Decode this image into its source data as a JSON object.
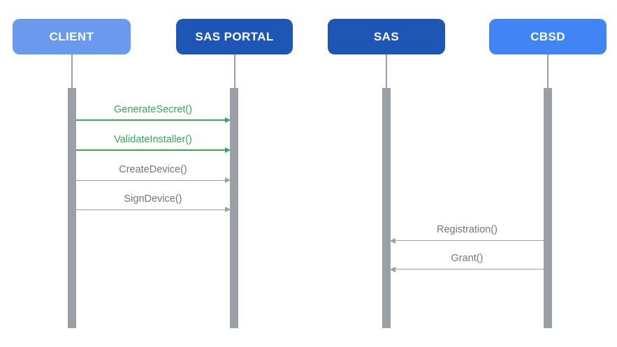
{
  "diagram": {
    "type": "sequence-diagram",
    "background": "#ffffff"
  },
  "colors": {
    "actor_light_blue": "#699aed",
    "actor_dark_blue": "#1d56b4",
    "actor_medium_blue": "#4184f4",
    "actor_text": "#ffffff",
    "lifeline_gray": "#9aa0a6",
    "message_green": "#34a853",
    "message_gray_text": "#70757a",
    "message_gray_line": "#9aa0a6"
  },
  "actors": [
    {
      "id": "client",
      "label": "CLIENT",
      "color": "#699aed",
      "text_color": "#ffffff"
    },
    {
      "id": "sas-portal",
      "label": "SAS PORTAL",
      "color": "#1d56b4",
      "text_color": "#ffffff"
    },
    {
      "id": "sas",
      "label": "SAS",
      "color": "#1d56b4",
      "text_color": "#ffffff"
    },
    {
      "id": "cbsd",
      "label": "CBSD",
      "color": "#4184f4",
      "text_color": "#ffffff"
    }
  ],
  "messages": [
    {
      "label": "GenerateSecret()",
      "from": "CLIENT",
      "to": "SAS PORTAL",
      "direction": "right",
      "text_color": "#34a853",
      "line_color": "#34a853"
    },
    {
      "label": "ValidateInstaller()",
      "from": "CLIENT",
      "to": "SAS PORTAL",
      "direction": "right",
      "text_color": "#34a853",
      "line_color": "#34a853"
    },
    {
      "label": "CreateDevice()",
      "from": "CLIENT",
      "to": "SAS PORTAL",
      "direction": "right",
      "text_color": "#70757a",
      "line_color": "#9aa0a6"
    },
    {
      "label": "SignDevice()",
      "from": "CLIENT",
      "to": "SAS PORTAL",
      "direction": "right",
      "text_color": "#70757a",
      "line_color": "#9aa0a6"
    },
    {
      "label": "Registration()",
      "from": "CBSD",
      "to": "SAS",
      "direction": "left",
      "text_color": "#70757a",
      "line_color": "#9aa0a6"
    },
    {
      "label": "Grant()",
      "from": "CBSD",
      "to": "SAS",
      "direction": "left",
      "text_color": "#70757a",
      "line_color": "#9aa0a6"
    }
  ]
}
